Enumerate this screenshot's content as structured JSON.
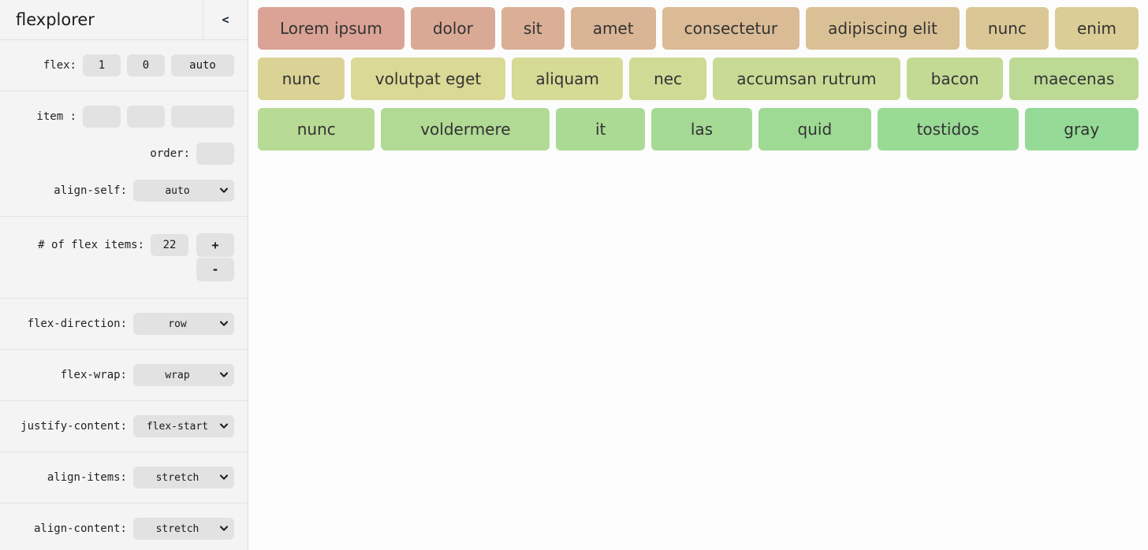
{
  "colors": {
    "sidebar_bg": "#f4f4f4",
    "main_bg": "#fcfcfc",
    "control_bg": "#e2e2e2",
    "divider": "#e3e3e3",
    "item_text": "#333333"
  },
  "sidebar": {
    "title": "flexplorer",
    "collapse_label": "<",
    "flex": {
      "label": "flex:",
      "grow": "1",
      "shrink": "0",
      "basis": "auto"
    },
    "item": {
      "label": "item :",
      "grow": "",
      "shrink": "",
      "basis": ""
    },
    "order": {
      "label": "order:",
      "value": ""
    },
    "align_self": {
      "label": "align-self:",
      "value": "auto"
    },
    "count": {
      "label": "# of flex items:",
      "value": "22",
      "increment_label": "+",
      "decrement_label": "-"
    },
    "flex_direction": {
      "label": "flex-direction:",
      "value": "row"
    },
    "flex_wrap": {
      "label": "flex-wrap:",
      "value": "wrap"
    },
    "justify_content": {
      "label": "justify-content:",
      "value": "flex-start"
    },
    "align_items": {
      "label": "align-items:",
      "value": "stretch"
    },
    "align_content": {
      "label": "align-content:",
      "value": "stretch"
    }
  },
  "flex_items": {
    "rows": [
      [
        {
          "label": "Lorem ipsum",
          "color": "#daa395"
        },
        {
          "label": "dolor",
          "color": "#daa995"
        },
        {
          "label": "sit",
          "color": "#daaf95"
        },
        {
          "label": "amet",
          "color": "#dab595"
        },
        {
          "label": "consectetur",
          "color": "#dabb95"
        },
        {
          "label": "adipiscing elit",
          "color": "#dac195"
        },
        {
          "label": "nunc",
          "color": "#dac795"
        },
        {
          "label": "enim",
          "color": "#dacd95"
        }
      ],
      [
        {
          "label": "nunc",
          "color": "#dad395"
        },
        {
          "label": "volutpat eget",
          "color": "#dad995"
        },
        {
          "label": "aliquam",
          "color": "#d5da95"
        },
        {
          "label": "nec",
          "color": "#cfda95"
        },
        {
          "label": "accumsan rutrum",
          "color": "#c9da95"
        },
        {
          "label": "bacon",
          "color": "#c3da95"
        },
        {
          "label": "maecenas",
          "color": "#bdda95"
        }
      ],
      [
        {
          "label": "nunc",
          "color": "#b7da95"
        },
        {
          "label": "voldermere",
          "color": "#b1da95"
        },
        {
          "label": "it",
          "color": "#abda95"
        },
        {
          "label": "las",
          "color": "#a5da95"
        },
        {
          "label": "quid",
          "color": "#9fda95"
        },
        {
          "label": "tostidos",
          "color": "#99da95"
        },
        {
          "label": "gray",
          "color": "#95da97"
        }
      ]
    ]
  }
}
